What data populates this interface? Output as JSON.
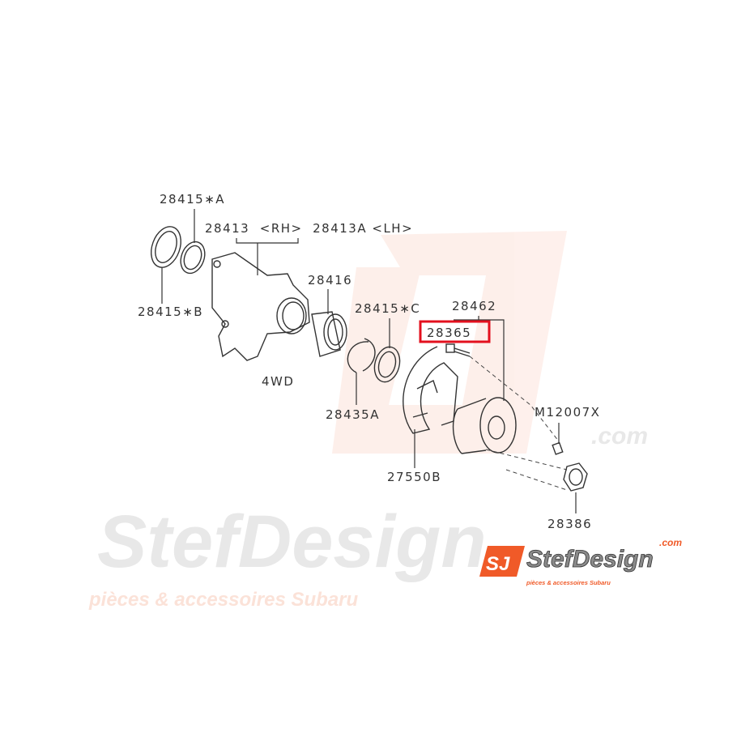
{
  "diagram": {
    "labels": {
      "seal_a": "28415∗A",
      "housing": "28413  <RH>  28413A <LH>",
      "seal_b": "28415∗B",
      "bearing": "28416",
      "seal_c": "28415∗C",
      "hub": "28462",
      "hub_bolt": "28365",
      "drive": "4WD",
      "snap_ring": "28435A",
      "stud": "M12007X",
      "backing_plate": "27550B",
      "nut": "28386"
    },
    "highlight_color": "#e3101e",
    "highlighted_part": "28365"
  },
  "watermark": {
    "brand": "StefDesign",
    "domain": ".com",
    "tagline": "pièces & accessoires Subaru",
    "logo_mark": "SJ",
    "colors": {
      "orange": "#f05a28",
      "gray": "#9a9a9a"
    }
  }
}
